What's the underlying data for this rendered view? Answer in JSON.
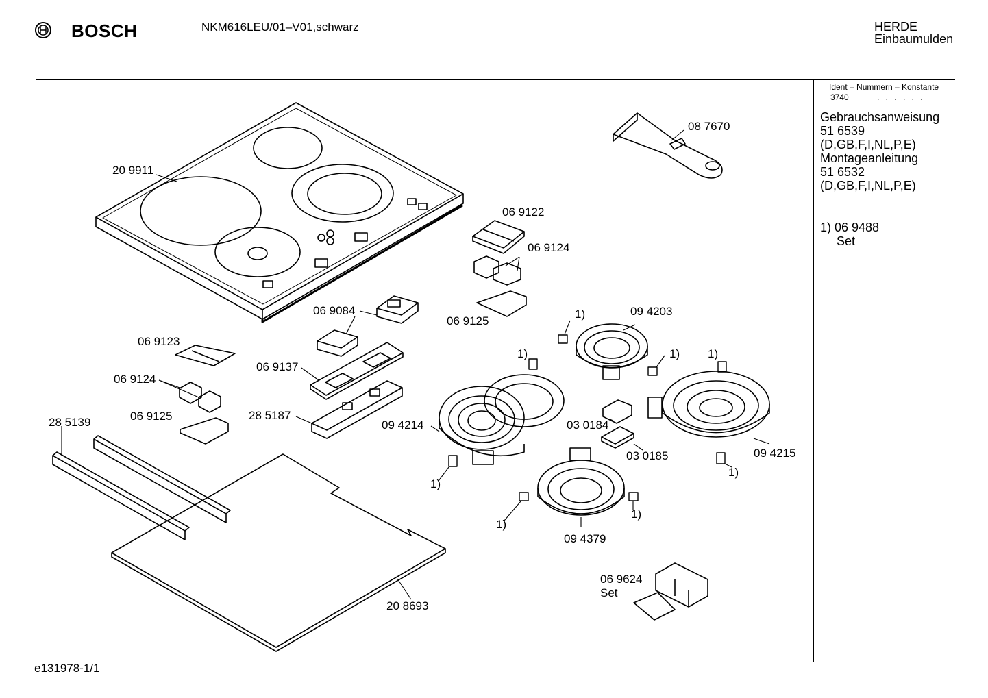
{
  "header": {
    "brand": "BOSCH",
    "model": "NKM616LEU/01–V01,schwarz",
    "category_line1": "HERDE",
    "category_line2": "Einbaumulden"
  },
  "sidebar": {
    "ident_heading": "Ident – Nummern – Konstante",
    "ident_value": "3740",
    "ident_dots": ". . . . . .",
    "lines": [
      "Gebrauchsanweisung",
      "51 6539",
      "(D,GB,F,I,NL,P,E)",
      "Montageanleitung",
      "51 6532",
      "(D,GB,F,I,NL,P,E)"
    ],
    "footnote_number": "1) 06 9488",
    "footnote_set": "Set"
  },
  "footer": {
    "doc_id": "e131978-1/1"
  },
  "parts": [
    {
      "id": "p209911",
      "label": "20 9911"
    },
    {
      "id": "p087670",
      "label": "08 7670"
    },
    {
      "id": "p069122",
      "label": "06 9122"
    },
    {
      "id": "p069124a",
      "label": "06 9124"
    },
    {
      "id": "p069125a",
      "label": "06 9125"
    },
    {
      "id": "p069084",
      "label": "06 9084"
    },
    {
      "id": "p069123",
      "label": "06 9123"
    },
    {
      "id": "p069137",
      "label": "06 9137"
    },
    {
      "id": "p069124b",
      "label": "06 9124"
    },
    {
      "id": "p285187",
      "label": "28 5187"
    },
    {
      "id": "p069125b",
      "label": "06 9125"
    },
    {
      "id": "p285139",
      "label": "28 5139"
    },
    {
      "id": "p094214",
      "label": "09 4214"
    },
    {
      "id": "p094203",
      "label": "09 4203"
    },
    {
      "id": "p030184",
      "label": "03 0184"
    },
    {
      "id": "p030185",
      "label": "03 0185"
    },
    {
      "id": "p094215",
      "label": "09 4215"
    },
    {
      "id": "p094379",
      "label": "09 4379"
    },
    {
      "id": "p208693",
      "label": "20 8693"
    },
    {
      "id": "p069624",
      "label": "06 9624"
    },
    {
      "id": "p069624set",
      "label": "Set"
    }
  ],
  "footnote_marker": "1)"
}
